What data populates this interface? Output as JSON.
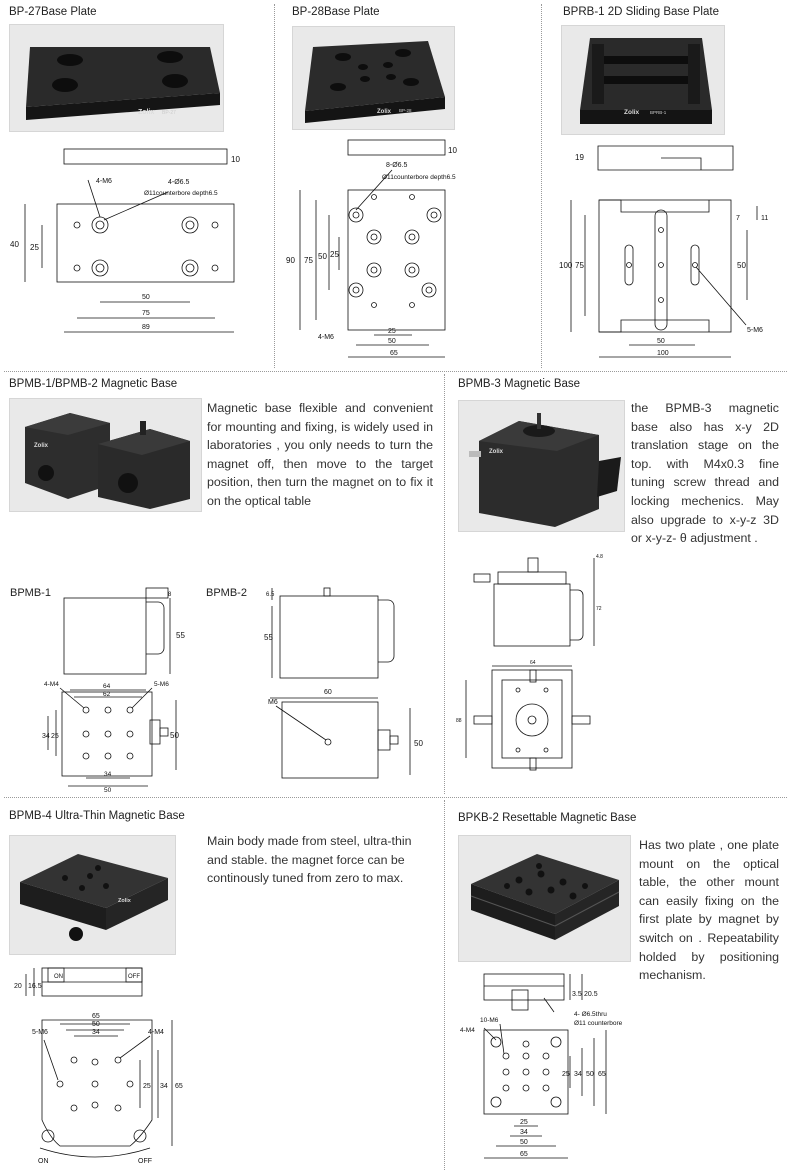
{
  "bp27": {
    "title": "BP-27Base Plate",
    "brand": "Zolix",
    "model": "BP-27",
    "dims": {
      "h": "10",
      "holes": "4-Ø6.5",
      "cb": "Ø11counterbore depth6.5",
      "tap": "4-M6",
      "w40": "40",
      "w25": "25",
      "d50": "50",
      "d75": "75",
      "d89": "89"
    }
  },
  "bp28": {
    "title": "BP-28Base Plate",
    "brand": "Zolix",
    "model": "BP-28",
    "dims": {
      "h": "10",
      "holes": "8-Ø6.5",
      "cb": "Ø11counterbore depth6.5",
      "tap": "4-M6",
      "d90": "90",
      "d75": "75",
      "d50": "50",
      "d25v": "25",
      "d25": "25",
      "d50b": "50",
      "d65": "65"
    }
  },
  "bprb1": {
    "title": "BPRB-1 2D Sliding Base Plate",
    "brand": "Zolix",
    "model": "BPRB-1",
    "dims": {
      "h19": "19",
      "d7": "7",
      "d11": "11",
      "d100v": "100",
      "d75": "75",
      "d50v": "50",
      "tap": "5-M6",
      "d50": "50",
      "d100": "100"
    }
  },
  "bpmb12": {
    "title": "BPMB-1/BPMB-2 Magnetic Base",
    "description": "Magnetic base flexible and convenient for mounting and fixing, is widely used in laboratories , you only needs to turn the magnet off, then move to the target position, then turn the magnet on to fix it on the optical table",
    "brand": "Zolix",
    "label1": "BPMB-1",
    "label2": "BPMB-2",
    "d1": {
      "h8": "8",
      "h55": "55",
      "tap4": "4-M4",
      "tap5": "5-M6",
      "d64": "64",
      "d62": "62",
      "d34v": "34",
      "d25v": "25",
      "d50v": "50",
      "d34": "34",
      "d50": "50"
    },
    "d2": {
      "h65": "6.5",
      "h55": "55",
      "d60": "60",
      "m6": "M6",
      "d50": "50"
    }
  },
  "bpmb3": {
    "title": "BPMB-3 Magnetic Base",
    "description": "the BPMB-3 magnetic base also has x-y 2D translation stage on the top. with M4x0.3 fine tuning screw thread and locking mechenics. May also upgrade to x-y-z 3D or x-y-z- θ   adjustment .",
    "brand": "Zolix",
    "dims": {
      "a": "4.8",
      "b": "72",
      "c": "64",
      "d": "88"
    }
  },
  "bpmb4": {
    "title": "BPMB-4 Ultra-Thin Magnetic Base",
    "description": "Main body made from steel, ultra-thin and stable. the magnet force can be continously tuned from zero to max.",
    "brand": "Zolix",
    "dims": {
      "h20": "20",
      "h165": "16.5",
      "on": "ON",
      "off": "OFF",
      "tap5": "5-M6",
      "tap4": "4-M4",
      "d65": "65",
      "d50": "50",
      "d34": "34",
      "d25v": "25",
      "d34v": "34",
      "d65v": "65",
      "on2": "ON",
      "off2": "OFF"
    }
  },
  "bpkb2": {
    "title": "BPKB-2 Resettable Magnetic Base",
    "description": "Has two plate , one plate mount on the optical table, the other mount can easily fixing on the first plate by magnet by switch on . Repeatability holded by positioning mechanism.",
    "dims": {
      "h35": "3.5",
      "h205": "20.5",
      "holes": "4- Ø6.5thru",
      "cb": "Ø11 counterbore",
      "tap10": "10-M6",
      "tap4": "4-M4",
      "d25v": "25",
      "d34v": "34",
      "d50v": "50",
      "d65v": "65",
      "d25": "25",
      "d34": "34",
      "d50": "50",
      "d65": "65"
    }
  }
}
